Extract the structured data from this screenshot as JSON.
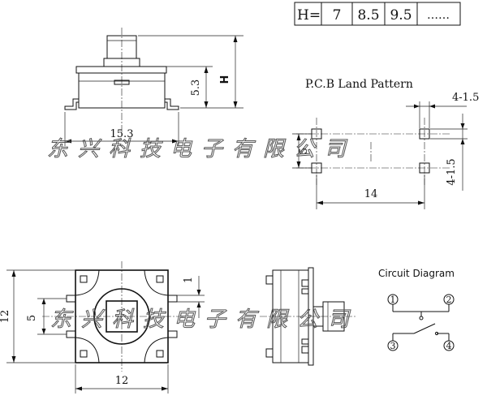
{
  "height_table": {
    "label": "H=",
    "values": [
      "7",
      "8.5",
      "9.5",
      "……"
    ]
  },
  "side_view": {
    "dim_width": "15.3",
    "dim_body_height": "5.3",
    "dim_total_height": "H"
  },
  "pcb": {
    "title": "P.C.B Land Pattern",
    "dim_pitch_x": "14",
    "dim_pitch_y": "5",
    "dim_pad_x": "4-1.5",
    "dim_pad_y": "4-1.5"
  },
  "top_view": {
    "dim_width": "12",
    "dim_height": "12",
    "dim_pitch": "5",
    "dim_offset": "1"
  },
  "circuit": {
    "title": "Circuit Diagram",
    "pins": [
      "1",
      "2",
      "3",
      "4"
    ]
  },
  "watermark": {
    "text": "东兴科技电子有限公司"
  }
}
